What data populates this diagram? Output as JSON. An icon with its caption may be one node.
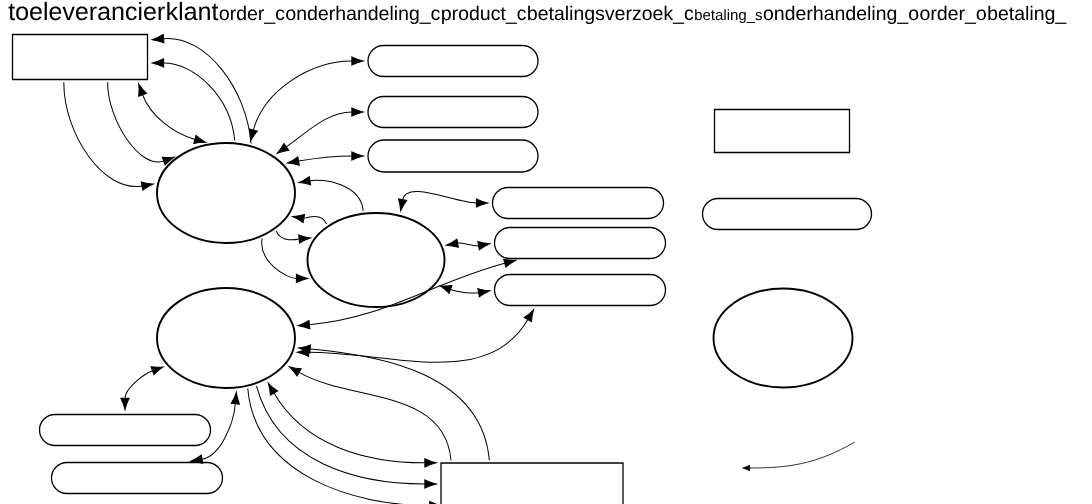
{
  "diagram": {
    "nodes": [
      {
        "text": [],
        "shape": "box"
      },
      {
        "text": [],
        "shape": "bar"
      },
      {
        "text": [],
        "shape": "bar"
      },
      {
        "text": [],
        "shape": "bar"
      },
      {
        "text": [],
        "shape": "box"
      },
      {
        "text": [],
        "shape": "ellipse"
      },
      {
        "text": [],
        "shape": "bar"
      },
      {
        "text": [],
        "shape": "bar"
      },
      {
        "text": [],
        "shape": "bar"
      },
      {
        "text": [],
        "shape": "ellipse"
      },
      {
        "text": [],
        "shape": "bar"
      },
      {
        "text": [],
        "shape": "ellipse"
      },
      {
        "text": [],
        "shape": "ellipse"
      },
      {
        "text": [],
        "shape": "bar"
      },
      {
        "text": [],
        "shape": "bar"
      },
      {
        "text": [],
        "shape": "box"
      }
    ],
    "edges": [
      {
        "from": 0,
        "to": 5,
        "arrow": "to"
      },
      {
        "from": 0,
        "to": 5,
        "arrow": "to"
      },
      {
        "from": 0,
        "to": 5,
        "arrow": "both"
      },
      {
        "from": 5,
        "to": 0,
        "arrow": "to"
      },
      {
        "from": 5,
        "to": 0,
        "arrow": "to"
      },
      {
        "from": 5,
        "to": 1,
        "arrow": "both"
      },
      {
        "from": 5,
        "to": 2,
        "arrow": "both"
      },
      {
        "from": 5,
        "to": 3,
        "arrow": "both"
      },
      {
        "from": 9,
        "to": 5,
        "arrow": "to"
      },
      {
        "from": 9,
        "to": 5,
        "arrow": "to"
      },
      {
        "from": 5,
        "to": 9,
        "arrow": "to"
      },
      {
        "from": 5,
        "to": 9,
        "arrow": "to"
      },
      {
        "from": 9,
        "to": 6,
        "arrow": "both"
      },
      {
        "from": 9,
        "to": 8,
        "arrow": "both"
      },
      {
        "from": 9,
        "to": 10,
        "arrow": "both"
      },
      {
        "from": 8,
        "to": 11,
        "arrow": "both"
      },
      {
        "from": 10,
        "to": 11,
        "arrow": "both"
      },
      {
        "from": 11,
        "to": 13,
        "arrow": "both"
      },
      {
        "from": 11,
        "to": 14,
        "arrow": "both"
      },
      {
        "from": 15,
        "to": 11,
        "arrow": "to"
      },
      {
        "from": 15,
        "to": 11,
        "arrow": "to"
      },
      {
        "from": 11,
        "to": 15,
        "arrow": "both"
      },
      {
        "from": 11,
        "to": 15,
        "arrow": "to"
      },
      {
        "from": 11,
        "to": 15,
        "arrow": "to"
      }
    ],
    "labels": [
      "toeleverancier",
      "klant",
      "order_c",
      "onderhandeling_c",
      "product_c",
      "betalingsverzoek_c",
      "betaling_s",
      "onderhandeling_o",
      "order_o",
      "betaling_"
    ]
  }
}
